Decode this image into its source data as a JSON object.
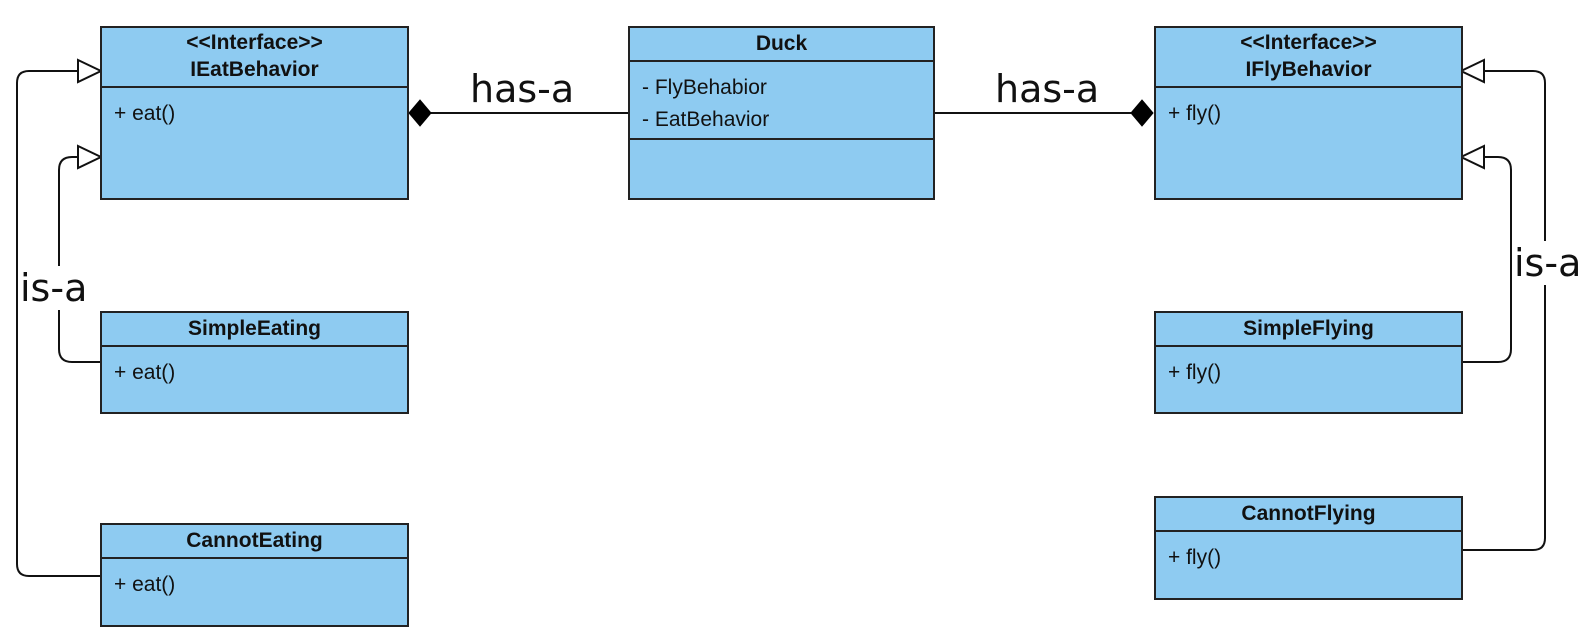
{
  "classes": {
    "ieat": {
      "stereotype": "<<Interface>>",
      "name": "IEatBehavior",
      "methods": [
        "+ eat()"
      ]
    },
    "duck": {
      "name": "Duck",
      "attributes": [
        "- FlyBehabior",
        "- EatBehavior"
      ]
    },
    "ifly": {
      "stereotype": "<<Interface>>",
      "name": "IFlyBehavior",
      "methods": [
        "+ fly()"
      ]
    },
    "simple_eating": {
      "name": "SimpleEating",
      "methods": [
        "+ eat()"
      ]
    },
    "cannot_eating": {
      "name": "CannotEating",
      "methods": [
        "+ eat()"
      ]
    },
    "simple_flying": {
      "name": "SimpleFlying",
      "methods": [
        "+ fly()"
      ]
    },
    "cannot_flying": {
      "name": "CannotFlying",
      "methods": [
        "+ fly()"
      ]
    }
  },
  "relations": {
    "has_a_eat": "has-a",
    "has_a_fly": "has-a",
    "is_a_eat": "is-a",
    "is_a_fly": "is-a"
  },
  "colors": {
    "class_fill": "#8ecbf1",
    "border": "#222222",
    "line": "#111111"
  }
}
